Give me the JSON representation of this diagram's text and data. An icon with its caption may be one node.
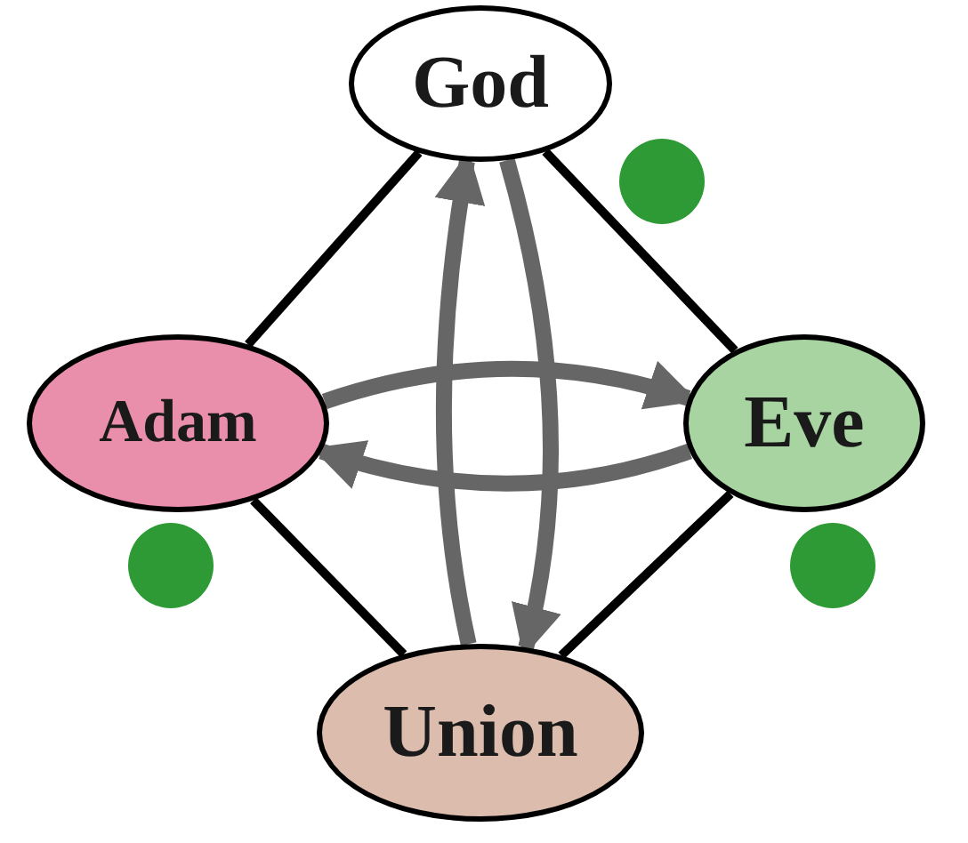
{
  "diagram": {
    "nodes": [
      {
        "text": [
          "God"
        ]
      },
      {
        "text": [
          "Adam"
        ]
      },
      {
        "text": [
          "Eve"
        ]
      },
      {
        "text": [
          "Union"
        ]
      }
    ],
    "edges": [
      {
        "from": 0,
        "to": 1,
        "arrow": "none"
      },
      {
        "from": 0,
        "to": 2,
        "arrow": "none"
      },
      {
        "from": 1,
        "to": 3,
        "arrow": "none"
      },
      {
        "from": 2,
        "to": 3,
        "arrow": "none"
      },
      {
        "from": 3,
        "to": 0,
        "arrow": "to",
        "style": "thick",
        "color": "#666666"
      },
      {
        "from": 0,
        "to": 3,
        "arrow": "to",
        "style": "thick",
        "color": "#666666"
      },
      {
        "from": 1,
        "to": 2,
        "arrow": "to",
        "style": "thick",
        "color": "#666666"
      },
      {
        "from": 2,
        "to": 1,
        "arrow": "to",
        "style": "thick",
        "color": "#666666"
      }
    ]
  }
}
